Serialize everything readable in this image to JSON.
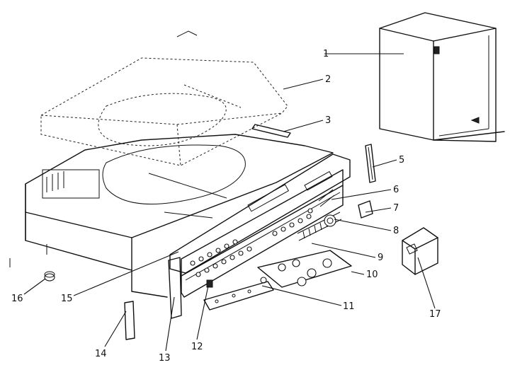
{
  "parts": [
    {
      "id": "part-1",
      "label": "1"
    },
    {
      "id": "part-2",
      "label": "2"
    },
    {
      "id": "part-3",
      "label": "3"
    },
    {
      "id": "part-5",
      "label": "5"
    },
    {
      "id": "part-6",
      "label": "6"
    },
    {
      "id": "part-7",
      "label": "7"
    },
    {
      "id": "part-8",
      "label": "8"
    },
    {
      "id": "part-9",
      "label": "9"
    },
    {
      "id": "part-10",
      "label": "10"
    },
    {
      "id": "part-11",
      "label": "11"
    },
    {
      "id": "part-12",
      "label": "12"
    },
    {
      "id": "part-13",
      "label": "13"
    },
    {
      "id": "part-14",
      "label": "14"
    },
    {
      "id": "part-15",
      "label": "15"
    },
    {
      "id": "part-16",
      "label": "16"
    },
    {
      "id": "part-17",
      "label": "17"
    }
  ]
}
